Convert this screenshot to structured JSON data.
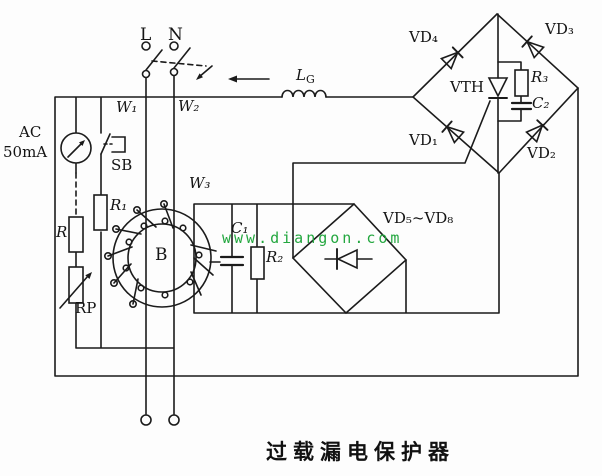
{
  "colors": {
    "ink": "#1b1b1b",
    "watermark_green": "#23a73f",
    "background": "#fdfdfd"
  },
  "caption": "过载漏电保护器",
  "watermark": "www.diangon.com",
  "labels": {
    "l": "L",
    "n": "N",
    "w1": "W₁",
    "w2": "W₂",
    "w3": "W₃",
    "lg_base": "L",
    "lg_sub": "G",
    "ac1": "AC",
    "ac2": "50mA",
    "sb": "SB",
    "r": "R",
    "r1": "R₁",
    "rp": "RP",
    "b": "B",
    "c1": "C₁",
    "r2": "R₂",
    "vd5_8": "VD₅~VD₈",
    "vd1": "VD₁",
    "vd2": "VD₂",
    "vd3": "VD₃",
    "vd4": "VD₄",
    "vth": "VTH",
    "r3": "R₃",
    "c2": "C₂"
  }
}
